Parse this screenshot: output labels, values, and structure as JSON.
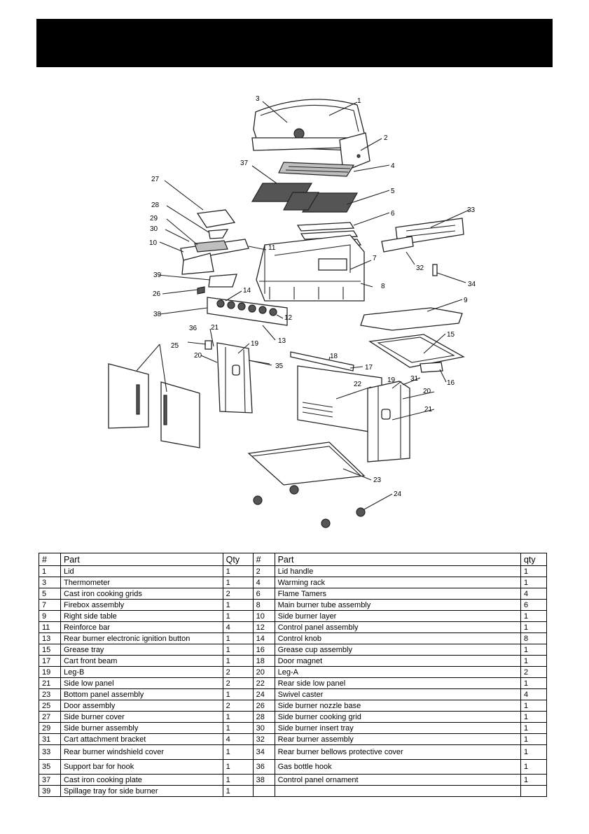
{
  "header": {
    "title": ""
  },
  "diagram": {
    "callouts": [
      "1",
      "2",
      "3",
      "4",
      "5",
      "6",
      "7",
      "8",
      "9",
      "10",
      "11",
      "12",
      "13",
      "14",
      "15",
      "16",
      "17",
      "18",
      "19",
      "19",
      "20",
      "20",
      "21",
      "21",
      "22",
      "23",
      "24",
      "25",
      "26",
      "27",
      "28",
      "29",
      "30",
      "31",
      "32",
      "33",
      "34",
      "35",
      "36",
      "37",
      "38",
      "39"
    ]
  },
  "table": {
    "headers": [
      "#",
      "Part",
      "Qty",
      "#",
      "Part",
      "qty"
    ],
    "rows": [
      [
        "1",
        "Lid",
        "1",
        "2",
        "Lid handle",
        "1"
      ],
      [
        "3",
        "Thermometer",
        "1",
        "4",
        "Warming rack",
        "1"
      ],
      [
        "5",
        "Cast iron cooking grids",
        "2",
        "6",
        "Flame Tamers",
        "4"
      ],
      [
        "7",
        "Firebox assembly",
        "1",
        "8",
        "Main burner tube assembly",
        "6"
      ],
      [
        "9",
        "Right side table",
        "1",
        "10",
        "Side burner layer",
        "1"
      ],
      [
        "11",
        "Reinforce bar",
        "4",
        "12",
        "Control panel assembly",
        "1"
      ],
      [
        "13",
        "Rear burner electronic ignition button",
        "1",
        "14",
        "Control knob",
        "8"
      ],
      [
        "15",
        "Grease tray",
        "1",
        "16",
        "Grease cup assembly",
        "1"
      ],
      [
        "17",
        "Cart front beam",
        "1",
        "18",
        "Door magnet",
        "1"
      ],
      [
        "19",
        "Leg-B",
        "2",
        "20",
        "Leg-A",
        "2"
      ],
      [
        "21",
        "Side low panel",
        "2",
        "22",
        "Rear side low panel",
        "1"
      ],
      [
        "23",
        "Bottom panel assembly",
        "1",
        "24",
        "Swivel caster",
        "4"
      ],
      [
        "25",
        "Door assembly",
        "2",
        "26",
        "Side burner nozzle base",
        "1"
      ],
      [
        "27",
        "Side burner cover",
        "1",
        "28",
        "Side burner cooking grid",
        "1"
      ],
      [
        "29",
        "Side burner assembly",
        "1",
        "30",
        "Side burner insert tray",
        "1"
      ],
      [
        "31",
        "Cart attachment bracket",
        "4",
        "32",
        "Rear burner assembly",
        "1"
      ],
      [
        "33",
        "Rear burner windshield cover",
        "1",
        "34",
        "Rear burner bellows protective cover",
        "1"
      ],
      [
        "35",
        "Support bar for hook",
        "1",
        "36",
        "Gas bottle hook",
        "1"
      ],
      [
        "37",
        "Cast iron cooking plate",
        "1",
        "38",
        "Control panel ornament",
        "1"
      ],
      [
        "39",
        "Spillage tray for side burner",
        "1",
        "",
        "",
        ""
      ]
    ]
  }
}
